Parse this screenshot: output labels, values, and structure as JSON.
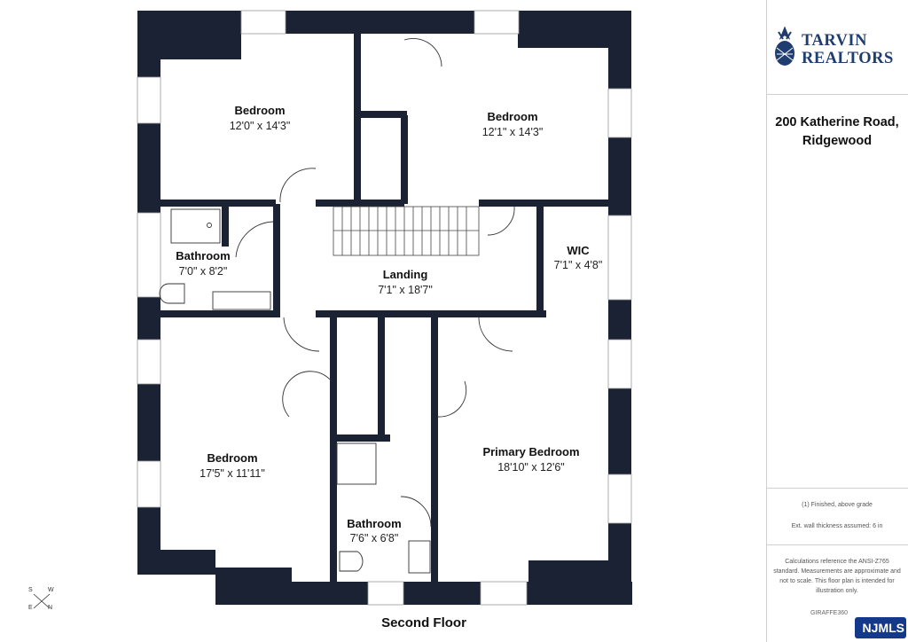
{
  "floor_title": "Second Floor",
  "brand": {
    "line1": "TARVIN",
    "line2": "REALTORS",
    "color": "#1f3d6e"
  },
  "address": {
    "line1": "200 Katherine Road,",
    "line2": "Ridgewood"
  },
  "notes": {
    "finished": "(1) Finished, above grade",
    "wall": "Ext. wall thickness assumed: 6 in",
    "disclaimer": "Calculations reference the ANSI-Z765 standard. Measurements are approximate and not to scale. This floor plan is intended for illustration only.",
    "giraffe": "GIRAFFE360"
  },
  "compass": {
    "s": "S",
    "w": "W",
    "e": "E",
    "n": "N"
  },
  "badge": {
    "text": "NJMLS",
    "color": "#14388a"
  },
  "rooms": [
    {
      "id": "bedroom-nw",
      "name": "Bedroom",
      "dims": "12'0\" x 14'3\""
    },
    {
      "id": "bedroom-ne",
      "name": "Bedroom",
      "dims": "12'1\" x 14'3\""
    },
    {
      "id": "bathroom-w",
      "name": "Bathroom",
      "dims": "7'0\" x 8'2\""
    },
    {
      "id": "landing",
      "name": "Landing",
      "dims": "7'1\" x 18'7\""
    },
    {
      "id": "wic",
      "name": "WIC",
      "dims": "7'1\" x 4'8\""
    },
    {
      "id": "bedroom-sw",
      "name": "Bedroom",
      "dims": "17'5\" x 11'11\""
    },
    {
      "id": "primary-bedroom",
      "name": "Primary Bedroom",
      "dims": "18'10\" x 12'6\""
    },
    {
      "id": "bathroom-s",
      "name": "Bathroom",
      "dims": "7'6\" x 6'8\""
    }
  ]
}
